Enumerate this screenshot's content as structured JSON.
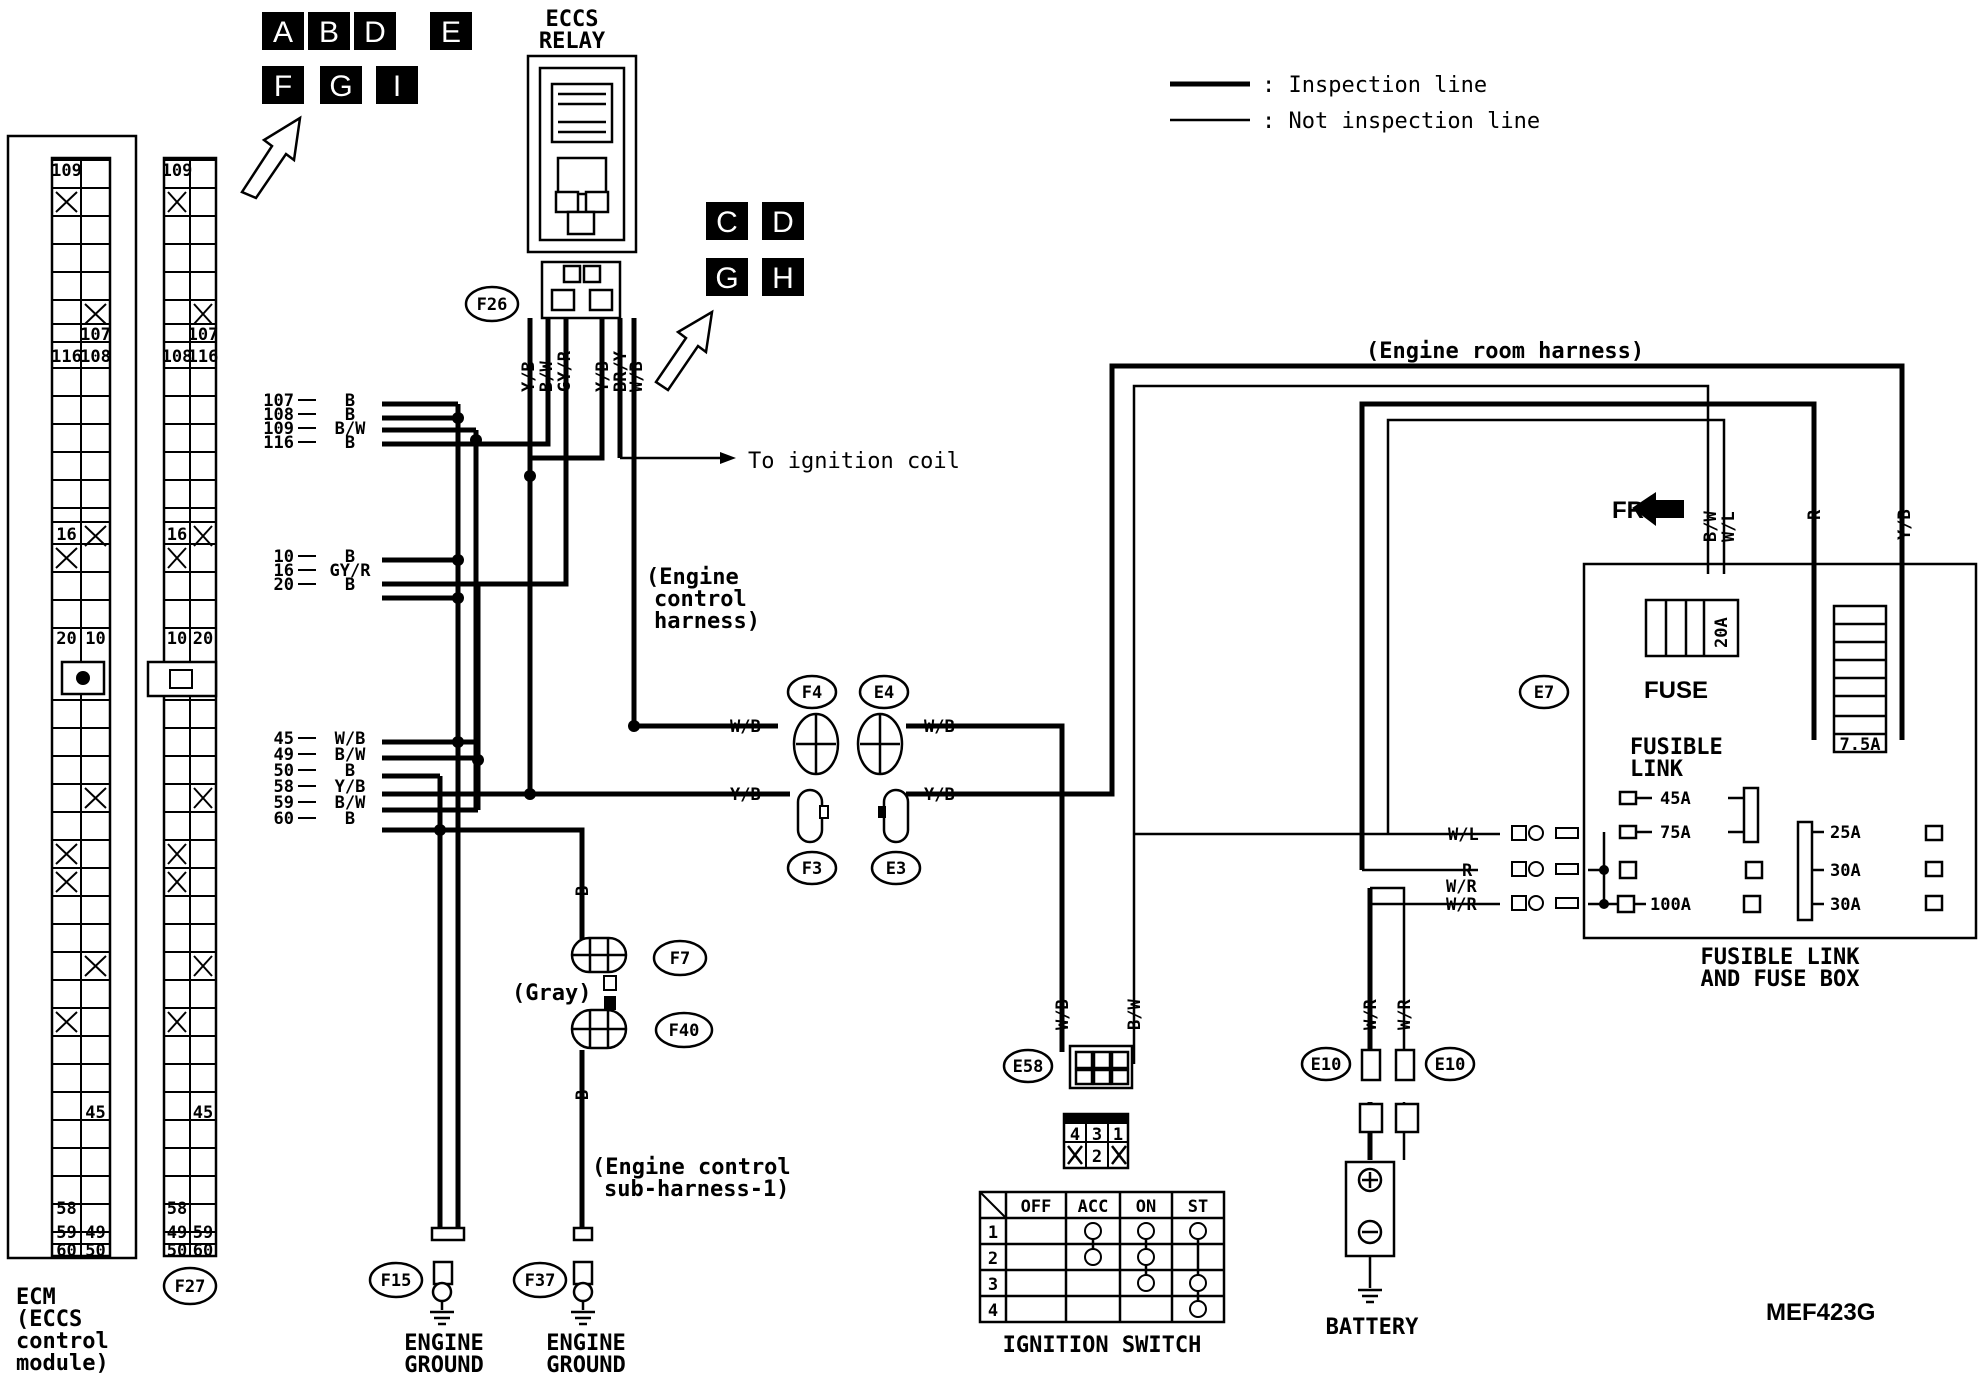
{
  "section_tags": {
    "top": [
      "A",
      "B",
      "D",
      "E",
      "F",
      "G",
      "I"
    ],
    "mid": [
      "C",
      "D",
      "G",
      "H"
    ]
  },
  "legend": {
    "inspection": ": Inspection line",
    "not_inspection": ": Not inspection line"
  },
  "ecm": {
    "label_lines": [
      "ECM",
      "(ECCS",
      "control",
      "module)"
    ],
    "cells": [
      "109",
      "107",
      "116",
      "108",
      "16",
      "20",
      "10",
      "45",
      "58",
      "59",
      "49",
      "60",
      "50"
    ]
  },
  "f27": {
    "cells": [
      "109",
      "107",
      "108",
      "116",
      "16",
      "10",
      "20",
      "45",
      "58",
      "49",
      "59",
      "50",
      "60"
    ]
  },
  "connectors": {
    "f26": "F26",
    "f27": "F27",
    "f4": "F4",
    "e4": "E4",
    "f3": "F3",
    "e3": "E3",
    "f7": "F7",
    "f40": "F40",
    "f15": "F15",
    "f37": "F37",
    "e58": "E58",
    "e10a": "E10",
    "e10b": "E10",
    "e7": "E7"
  },
  "relay": {
    "title_lines": [
      "ECCS",
      "RELAY"
    ]
  },
  "relay_wires": [
    "Y/B",
    "B/W",
    "GY/R",
    "Y/B",
    "BR/Y",
    "W/B"
  ],
  "pins": [
    {
      "num": "107",
      "color": "B"
    },
    {
      "num": "108",
      "color": "B"
    },
    {
      "num": "109",
      "color": "B/W"
    },
    {
      "num": "116",
      "color": "B"
    },
    {
      "num": "10",
      "color": "B"
    },
    {
      "num": "16",
      "color": "GY/R"
    },
    {
      "num": "20",
      "color": "B"
    },
    {
      "num": "45",
      "color": "W/B"
    },
    {
      "num": "49",
      "color": "B/W"
    },
    {
      "num": "50",
      "color": "B"
    },
    {
      "num": "58",
      "color": "Y/B"
    },
    {
      "num": "59",
      "color": "B/W"
    },
    {
      "num": "60",
      "color": "B"
    }
  ],
  "labels": {
    "to_ignition_coil": "To ignition coil",
    "engine_control_harness": [
      "(Engine",
      "control",
      "harness)"
    ],
    "engine_room_harness": "(Engine room harness)",
    "engine_control_sub": [
      "(Engine control",
      "sub-harness-1)"
    ],
    "gray": "(Gray)",
    "engine_ground": [
      "ENGINE",
      "GROUND"
    ],
    "ignition_switch": "IGNITION SWITCH",
    "battery": "BATTERY",
    "fuse": "FUSE",
    "fusible_link": [
      "FUSIBLE",
      "LINK"
    ],
    "fuse_box": [
      "FUSIBLE LINK",
      "AND FUSE BOX"
    ],
    "fr": "FR",
    "code": "MEF423G"
  },
  "wire_colors": {
    "wb": "W/B",
    "yb": "Y/B",
    "b": "B",
    "bw": "B/W",
    "wl": "W/L",
    "r": "R",
    "wr": "W/R",
    "bw_top": "B/W",
    "wl_top": "W/L",
    "r_top": "R",
    "yb_top": "Y/B"
  },
  "fuses": {
    "f20": "20A",
    "f75": "7.5A",
    "l45": "45A",
    "l75": "75A",
    "l100": "100A",
    "r25": "25A",
    "r30a": "30A",
    "r30b": "30A"
  },
  "ign_pins": [
    "4",
    "3",
    "1",
    "2"
  ],
  "ign_table": {
    "headers": [
      "OFF",
      "ACC",
      "ON",
      "ST"
    ],
    "rows": [
      "1",
      "2",
      "3",
      "4"
    ]
  }
}
